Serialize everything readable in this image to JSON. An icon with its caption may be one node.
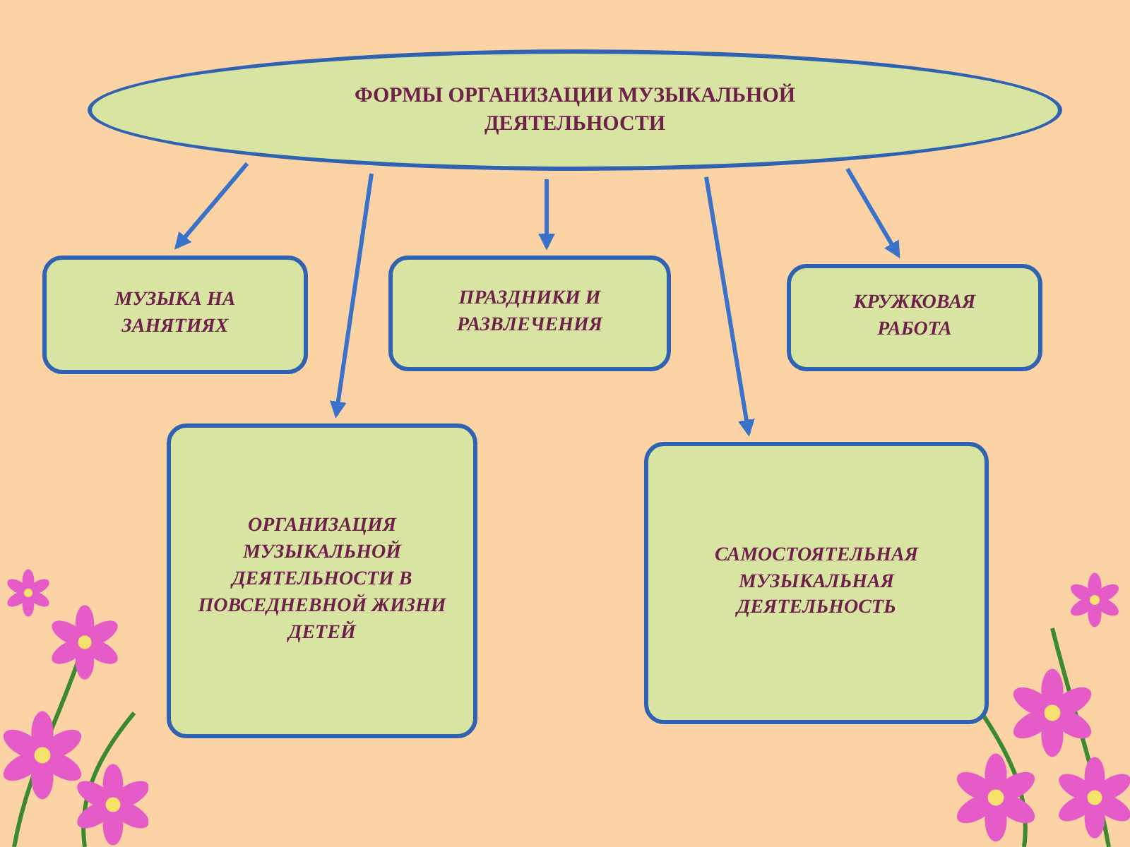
{
  "diagram": {
    "nodes": [
      {
        "text": [
          "ФОРМЫ ОРГАНИЗАЦИИ МУЗЫКАЛЬНОЙ ДЕЯТЕЛЬНОСТИ"
        ]
      },
      {
        "text": [
          "МУЗЫКА НА ЗАНЯТИЯХ"
        ]
      },
      {
        "text": [
          "ПРАЗДНИКИ И РАЗВЛЕЧЕНИЯ"
        ]
      },
      {
        "text": [
          "КРУЖКОВАЯ РАБОТА"
        ]
      },
      {
        "text": [
          "ОРГАНИЗАЦИЯ МУЗЫКАЛЬНОЙ ДЕЯТЕЛЬНОСТИ В ПОВСЕДНЕВНОЙ ЖИЗНИ ДЕТЕЙ"
        ]
      },
      {
        "text": [
          "САМОСТОЯТЕЛЬНАЯ МУЗЫКАЛЬНАЯ ДЕЯТЕЛЬНОСТЬ"
        ]
      }
    ],
    "edges": [
      {
        "from": 0,
        "to": 1,
        "arrow": "to"
      },
      {
        "from": 0,
        "to": 4,
        "arrow": "to"
      },
      {
        "from": 0,
        "to": 2,
        "arrow": "to"
      },
      {
        "from": 0,
        "to": 5,
        "arrow": "to"
      },
      {
        "from": 0,
        "to": 3,
        "arrow": "to"
      }
    ]
  }
}
